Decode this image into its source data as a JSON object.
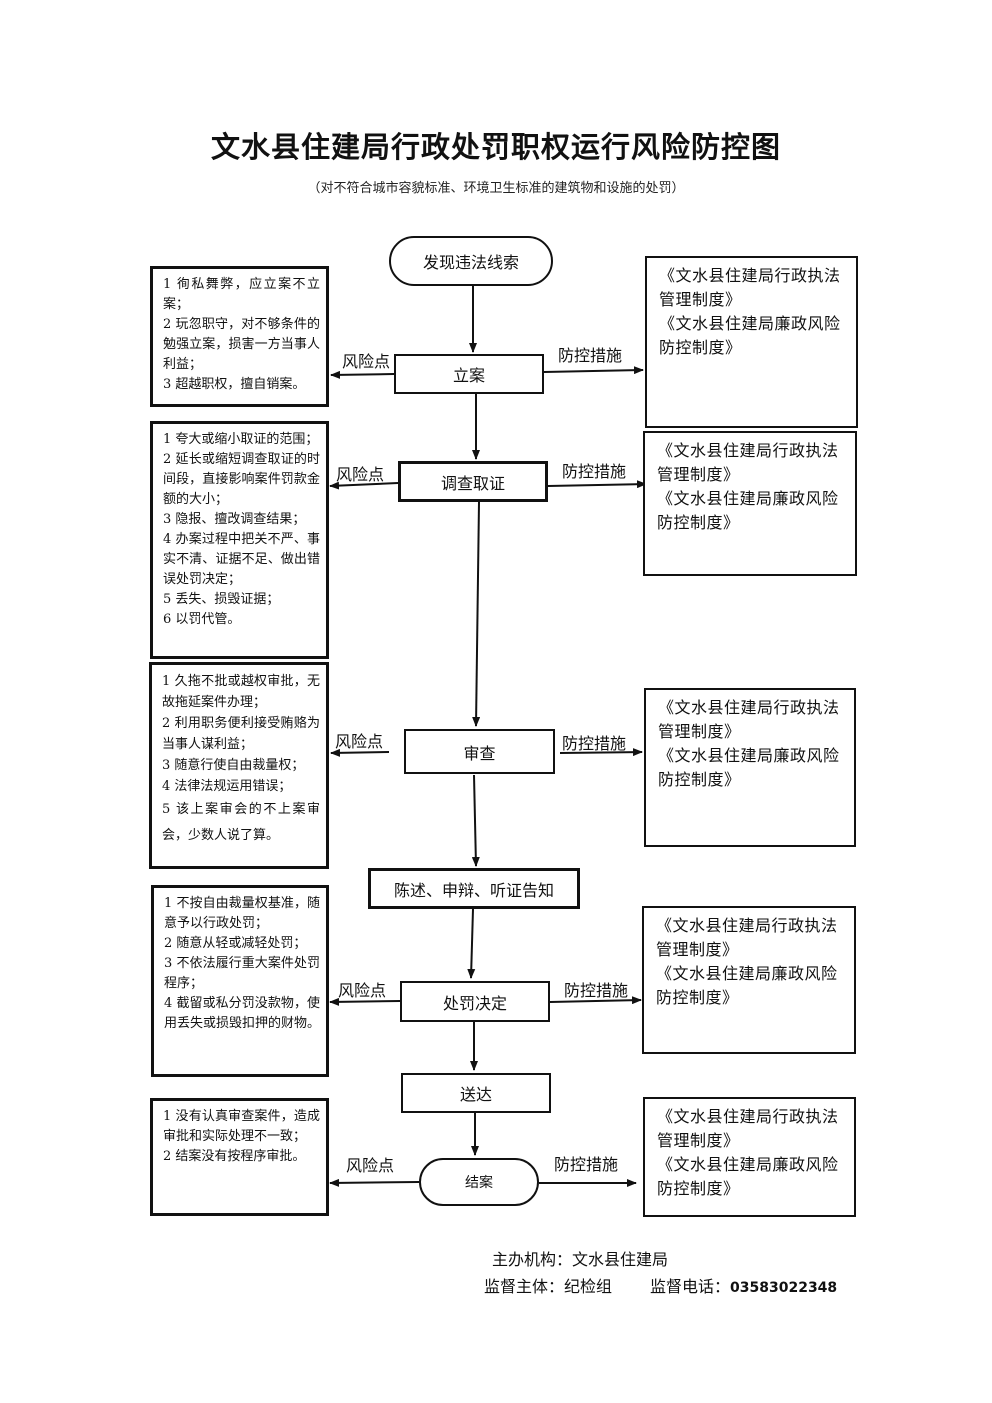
{
  "title": "文水县住建局行政处罚职权运行风险防控图",
  "subtitle": "（对不符合城市容貌标准、环境卫生标准的建筑物和设施的处罚）",
  "labels": {
    "risk": "风险点",
    "measure": "防控措施"
  },
  "steps": {
    "start": "发现违法线索",
    "lian": "立案",
    "diaocha": "调查取证",
    "shencha": "审查",
    "chenshu": "陈述、申辩、听证告知",
    "jueding": "处罚决定",
    "songda": "送达",
    "jiean": "结案"
  },
  "risks": {
    "lian": [
      "1 徇私舞弊，应立案不立案；",
      "2 玩忽职守，对不够条件的勉强立案，损害一方当事人利益；",
      "3 超越职权，擅自销案。"
    ],
    "diaocha": [
      "1 夸大或缩小取证的范围；",
      "2 延长或缩短调查取证的时间段，直接影响案件罚款金额的大小；",
      "3 隐报、擅改调查结果；",
      "4 办案过程中把关不严、事实不清、证据不足、做出错误处罚决定；",
      "5 丢失、损毁证据；",
      "6 以罚代管。"
    ],
    "shencha": [
      "1 久拖不批或越权审批，无故拖延案件办理；",
      "2 利用职务便利接受贿赂为当事人谋利益；",
      "3 随意行使自由裁量权；",
      "4 法律法规运用错误；",
      "5 该上案审会的不上案审会，少数人说了算。"
    ],
    "jueding": [
      "1 不按自由裁量权基准，随意予以行政处罚；",
      "2 随意从轻或减轻处罚；",
      "3 不依法履行重大案件处罚程序；",
      "4 截留或私分罚没款物，使用丢失或损毁扣押的财物。"
    ],
    "jiean": [
      "1 没有认真审查案件，造成审批和实际处理不一致；",
      "2 结案没有按程序审批。"
    ]
  },
  "measures": {
    "lian": [
      "《文水县住建局行政执法管理制度》",
      "《文水县住建局廉政风险防控制度》"
    ],
    "diaocha": [
      "《文水县住建局行政执法管理制度》",
      "《文水县住建局廉政风险防控制度》"
    ],
    "shencha": [
      "《文水县住建局行政执法管理制度》",
      "《文水县住建局廉政风险防控制度》"
    ],
    "jueding": [
      "《文水县住建局行政执法管理制度》",
      "《文水县住建局廉政风险防控制度》"
    ],
    "jiean": [
      "《文水县住建局行政执法管理制度》",
      "《文水县住建局廉政风险防控制度》"
    ]
  },
  "footer": {
    "org": "主办机构：文水县住建局",
    "supervisor": "监督主体：纪检组",
    "phone_label": "监督电话：",
    "phone": "03583022348"
  }
}
